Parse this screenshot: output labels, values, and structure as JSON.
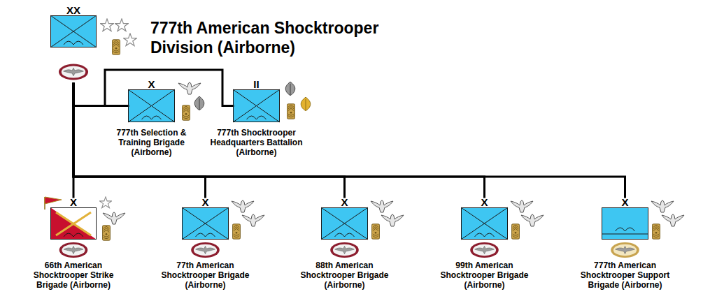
{
  "diagram": {
    "title": "777th American Shocktrooper Division (Airborne)",
    "nodes": [
      {
        "text": [
          "XX"
        ]
      },
      {
        "text": [
          "X",
          "777th Selection & Training Brigade (Airborne)"
        ]
      },
      {
        "text": [
          "II",
          "777th Shocktrooper Headquarters Battalion (Airborne)"
        ]
      },
      {
        "text": [
          "X",
          "66th American Shocktrooper Strike Brigade (Airborne)"
        ]
      },
      {
        "text": [
          "X",
          "77th American Shocktrooper Brigade (Airborne)"
        ]
      },
      {
        "text": [
          "X",
          "88th American Shocktrooper Brigade (Airborne)"
        ]
      },
      {
        "text": [
          "X",
          "99th American Shocktrooper Brigade (Airborne)"
        ]
      },
      {
        "text": [
          "X",
          "777th American Shocktrooper Support Brigade (Airborne)"
        ]
      }
    ],
    "edges": [
      {
        "from": 0,
        "to": 1,
        "arrow": "none"
      },
      {
        "from": 0,
        "to": 2,
        "arrow": "none"
      },
      {
        "from": 0,
        "to": 3,
        "arrow": "none"
      },
      {
        "from": 0,
        "to": 4,
        "arrow": "none"
      },
      {
        "from": 0,
        "to": 5,
        "arrow": "none"
      },
      {
        "from": 0,
        "to": 6,
        "arrow": "none"
      },
      {
        "from": 0,
        "to": 7,
        "arrow": "none"
      }
    ]
  }
}
